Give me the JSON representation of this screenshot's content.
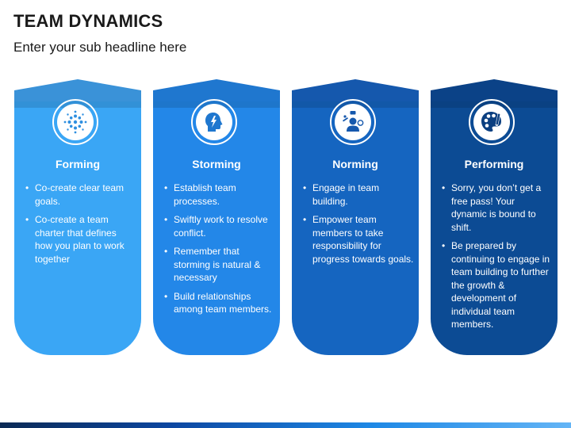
{
  "header": {
    "title": "TEAM DYNAMICS",
    "subtitle": "Enter your sub headline here"
  },
  "stages": [
    {
      "title": "Forming",
      "icon": "network-dots-icon",
      "color": "#3aa6f5",
      "cap_color": "#3a92d8",
      "icon_color": "#2e8fe0",
      "bullets": [
        "Co-create clear team goals.",
        "Co-create a team charter that defines how you plan to work together"
      ]
    },
    {
      "title": "Storming",
      "icon": "head-lightning-icon",
      "color": "#2387e8",
      "cap_color": "#1f77cf",
      "icon_color": "#1f77cf",
      "bullets": [
        "Establish team processes.",
        "Swiftly work to resolve conflict.",
        "Remember that storming is natural & necessary",
        "Build relationships among team members."
      ]
    },
    {
      "title": "Norming",
      "icon": "person-skills-icon",
      "color": "#1565c0",
      "cap_color": "#1558ad",
      "icon_color": "#1558ad",
      "bullets": [
        "Engage in team building.",
        "Empower team members to take responsibility for progress towards goals."
      ]
    },
    {
      "title": "Performing",
      "icon": "palette-brush-icon",
      "color": "#0c4b94",
      "cap_color": "#0b4287",
      "icon_color": "#0b3f80",
      "bullets": [
        "Sorry, you don’t get a free pass! Your dynamic is bound to shift.",
        "Be prepared by continuing to engage in team building to further the growth & development of individual team members."
      ]
    }
  ]
}
